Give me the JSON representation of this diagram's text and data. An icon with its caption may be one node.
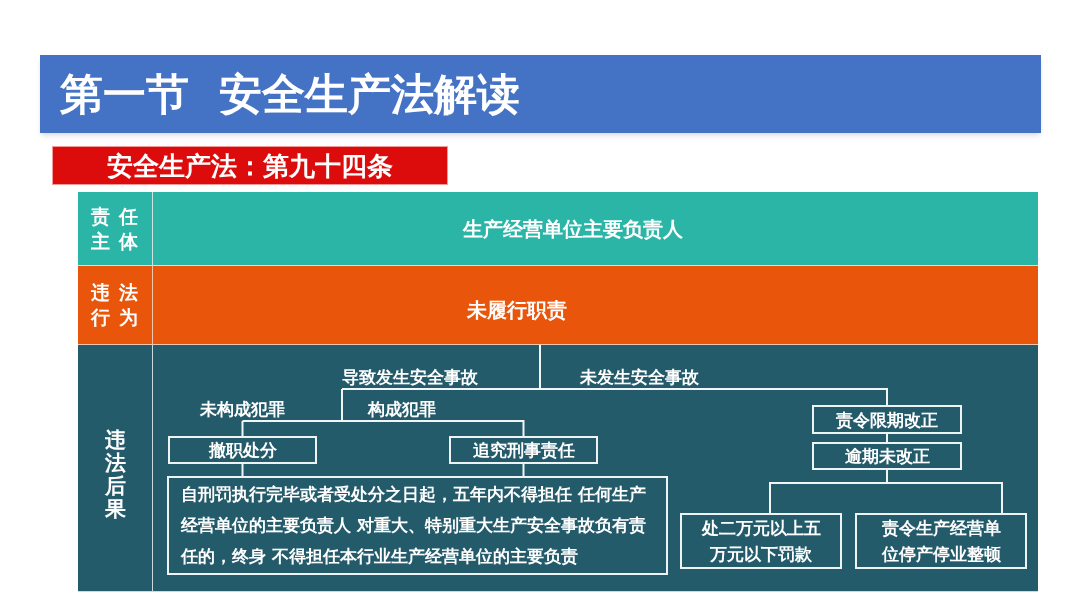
{
  "diagram": {
    "title": "第一节  安全生产法解读",
    "nodes": [
      {
        "text": [
          "安全生产法：第九十四条"
        ]
      },
      {
        "text": [
          "责任主体"
        ]
      },
      {
        "text": [
          "生产经营单位主要负责人"
        ]
      },
      {
        "text": [
          "违法行为"
        ]
      },
      {
        "text": [
          "未履行职责"
        ]
      },
      {
        "text": [
          "违法后果"
        ]
      },
      {
        "text": [],
        "shape": "box"
      },
      {
        "text": [
          "导致发生安全事故"
        ],
        "in": 6
      },
      {
        "text": [
          "未发生安全事故"
        ],
        "in": 6
      },
      {
        "text": [
          "未构成犯罪"
        ],
        "in": 6
      },
      {
        "text": [
          "构成犯罪"
        ],
        "in": 6
      },
      {
        "text": [
          "撤职处分"
        ],
        "in": 6
      },
      {
        "text": [
          "追究刑事责任"
        ],
        "in": 6
      },
      {
        "text": [
          "责令限期改正"
        ],
        "in": 6
      },
      {
        "text": [
          "逾期未改正"
        ],
        "in": 6
      },
      {
        "text": [
          "自刑罚执行完毕或者受处分之日起，五年内不得担任 任何生产经营单位的主要负责人 对重大、特别重大生产安全事故负有责任的，终身 不得担任本行业生产经营单位的主要负责"
        ],
        "in": 6
      },
      {
        "text": [
          "处二万元以上五万元以下罚款"
        ],
        "in": 6
      },
      {
        "text": [
          "责令生产经营单位停产停业整顿"
        ],
        "in": 6
      }
    ],
    "edges": [
      {
        "from": 4,
        "to": 7,
        "arrow": "none"
      },
      {
        "from": 4,
        "to": 8,
        "arrow": "none"
      },
      {
        "from": 7,
        "to": 9,
        "arrow": "none"
      },
      {
        "from": 7,
        "to": 10,
        "arrow": "none"
      },
      {
        "from": 9,
        "to": 11,
        "arrow": "none"
      },
      {
        "from": 10,
        "to": 12,
        "arrow": "none"
      },
      {
        "from": 11,
        "to": 15,
        "arrow": "none"
      },
      {
        "from": 12,
        "to": 15,
        "arrow": "none"
      },
      {
        "from": 8,
        "to": 13,
        "arrow": "none"
      },
      {
        "from": 13,
        "to": 14,
        "arrow": "none"
      },
      {
        "from": 14,
        "to": 16,
        "arrow": "none"
      },
      {
        "from": 14,
        "to": 17,
        "arrow": "none"
      }
    ]
  }
}
